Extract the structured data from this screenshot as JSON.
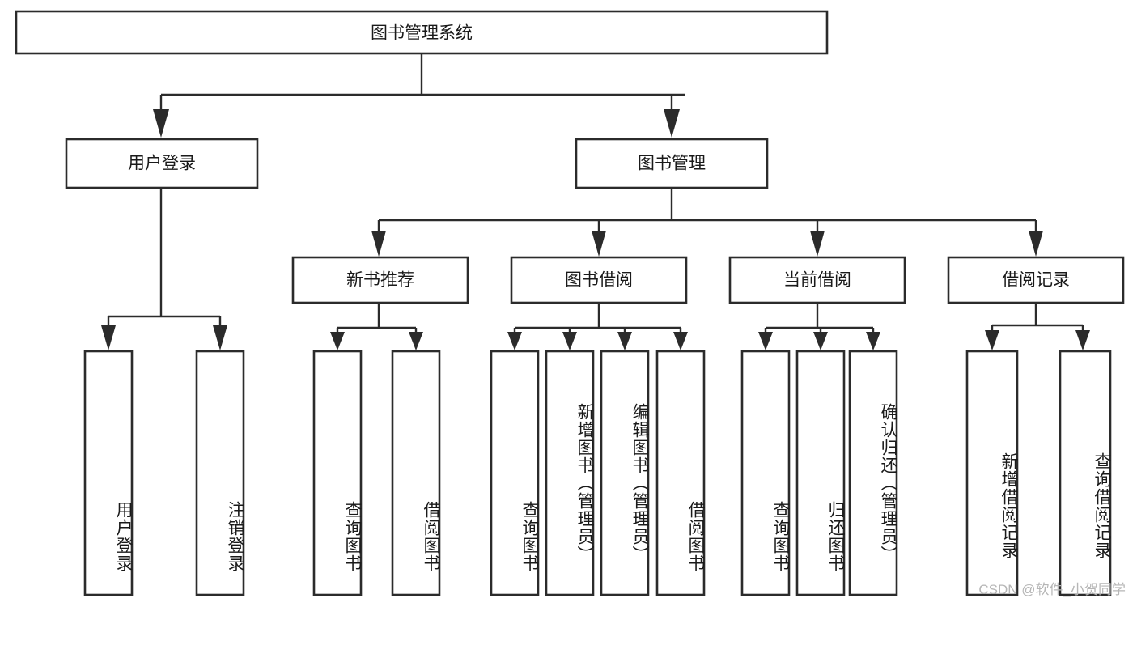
{
  "diagram": {
    "title": "图书管理系统",
    "type": "tree",
    "orientation": "top-down",
    "colors": {
      "box_stroke": "#2b2b2b",
      "box_fill": "#ffffff",
      "connector": "#2b2b2b",
      "text": "#1a1a1a",
      "background": "#ffffff",
      "watermark": "#b6b6b6"
    },
    "root": {
      "label": "图书管理系统"
    },
    "level1": [
      {
        "label": "用户登录"
      },
      {
        "label": "图书管理"
      }
    ],
    "level2": [
      {
        "label": "新书推荐"
      },
      {
        "label": "图书借阅"
      },
      {
        "label": "当前借阅"
      },
      {
        "label": "借阅记录"
      }
    ],
    "leaves": {
      "user_login": [
        {
          "label": "用户登录"
        },
        {
          "label": "注销登录"
        }
      ],
      "new_book_recommend": [
        {
          "label": "查询图书"
        },
        {
          "label": "借阅图书"
        }
      ],
      "book_borrow": [
        {
          "label": "查询图书"
        },
        {
          "label": "新增图书（管理员）"
        },
        {
          "label": "编辑图书（管理员）"
        },
        {
          "label": "借阅图书"
        }
      ],
      "current_borrow": [
        {
          "label": "查询图书"
        },
        {
          "label": "归还图书"
        },
        {
          "label": "确认归还（管理员）"
        }
      ],
      "borrow_record": [
        {
          "label": "新增借阅记录"
        },
        {
          "label": "查询借阅记录"
        }
      ]
    }
  },
  "watermark": {
    "text": "CSDN @软件_小贺同学"
  }
}
